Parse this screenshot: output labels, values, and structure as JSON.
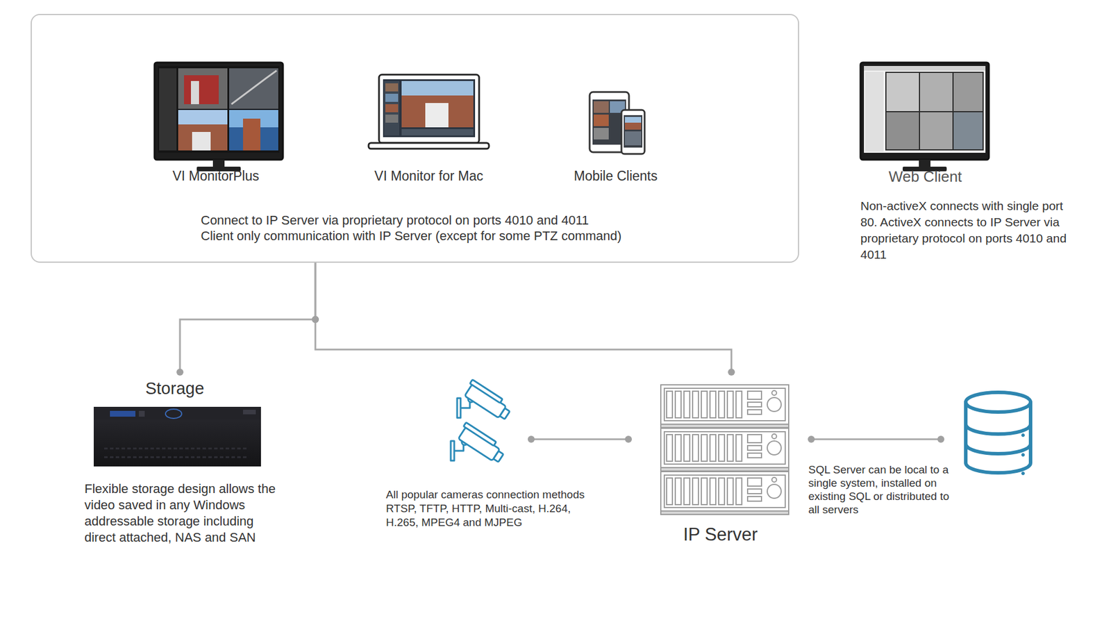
{
  "diagram": {
    "nodes": [
      {
        "text": [
          "Connect to IP Server via proprietary protocol on ports 4010 and 4011",
          "Client only communication with IP Server (except for some PTZ command)"
        ]
      },
      {
        "text": [
          "VI MonitorPlus"
        ],
        "in": 0
      },
      {
        "text": [
          "VI Monitor for Mac"
        ],
        "in": 0
      },
      {
        "text": [
          "Mobile Clients"
        ],
        "in": 0
      },
      {
        "text": [
          "Web Client",
          "Non-activeX connects with single port 80. ActiveX connects to IP Server via proprietary protocol on ports 4010 and 4011"
        ]
      },
      {
        "text": [
          "Storage",
          "Flexible storage design allows the video saved in any Windows addressable storage including direct attached, NAS and SAN"
        ]
      },
      {
        "text": [
          "All popular cameras connection methods RTSP, TFTP, HTTP, Multi-cast, H.264, H.265, MPEG4 and MJPEG"
        ]
      },
      {
        "text": [
          "IP Server"
        ]
      },
      {
        "text": [
          "SQL Server can be local to a single system, installed on existing SQL or distributed to all servers"
        ]
      }
    ],
    "edges": [
      {
        "from": 0,
        "to": 5,
        "arrow": "none"
      },
      {
        "from": 0,
        "to": 7,
        "arrow": "none"
      },
      {
        "from": 6,
        "to": 7,
        "arrow": "none"
      },
      {
        "from": 7,
        "to": 8,
        "arrow": "none"
      }
    ]
  }
}
